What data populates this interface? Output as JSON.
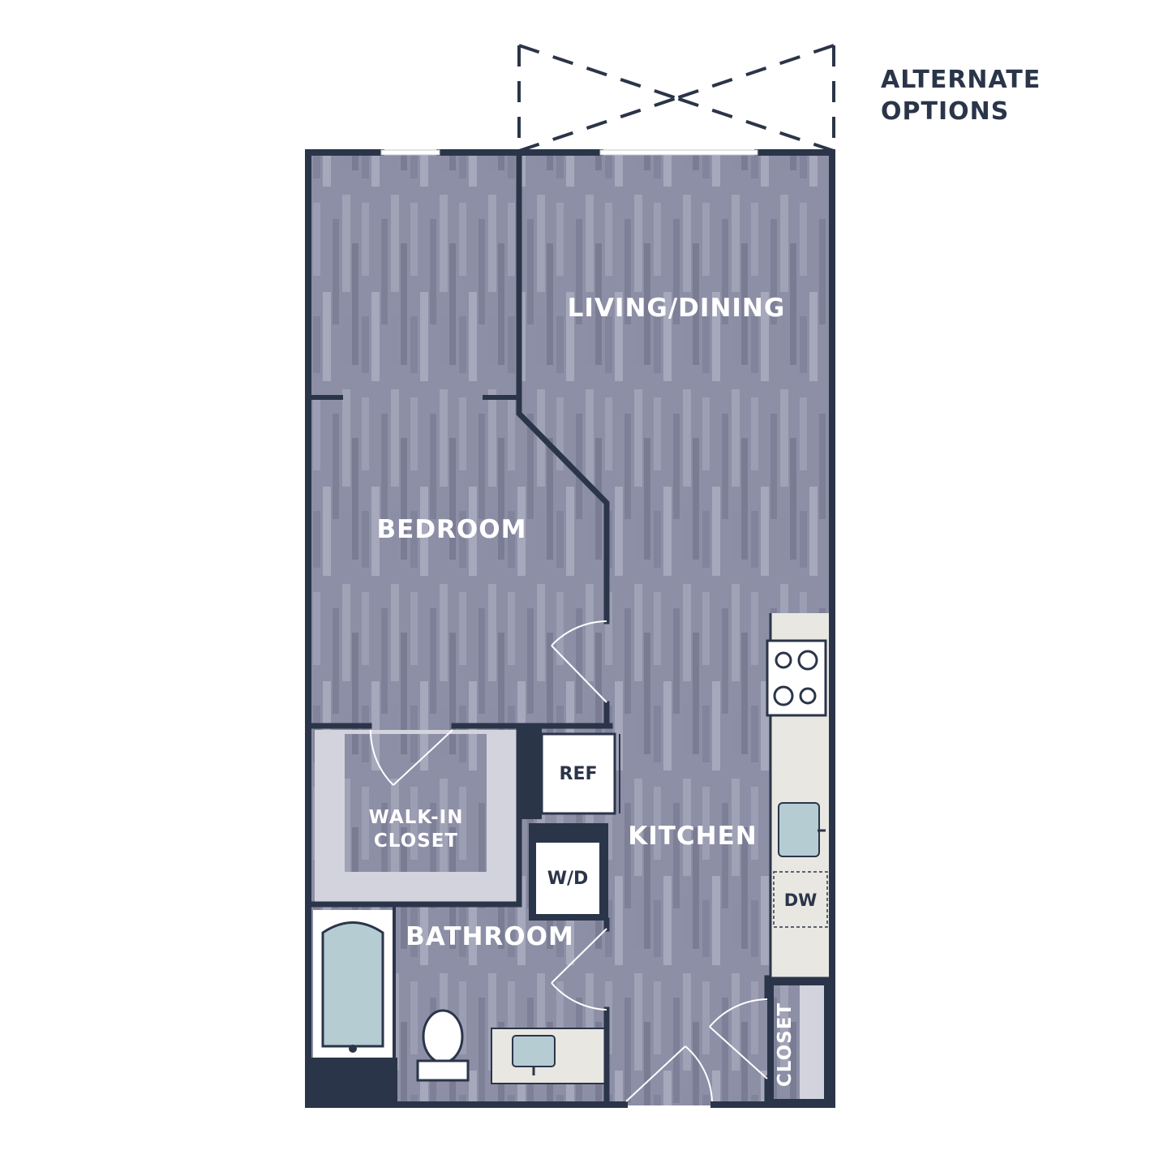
{
  "alternate_options": {
    "line1": "ALTERNATE",
    "line2": "OPTIONS"
  },
  "rooms": {
    "living_dining": "LIVING/DINING",
    "bedroom": "BEDROOM",
    "walk_in_closet_line1": "WALK-IN",
    "walk_in_closet_line2": "CLOSET",
    "kitchen": "KITCHEN",
    "bathroom": "BATHROOM",
    "closet": "CLOSET"
  },
  "fixtures": {
    "ref": "REF",
    "wd": "W/D",
    "dw": "DW"
  },
  "colors": {
    "wall": "#2b3549",
    "floor": "#8d8fa6",
    "floor_light": "#a3a5b9",
    "floor_dark": "#797b93",
    "counter": "#e8e7e2",
    "fixture_blue": "#b5ccd3",
    "closet_shelf": "#d2d3dc"
  },
  "icons": [
    "stove-icon",
    "sink-icon",
    "bathtub-icon",
    "toilet-icon",
    "vanity-sink-icon",
    "door-swing-icon"
  ]
}
